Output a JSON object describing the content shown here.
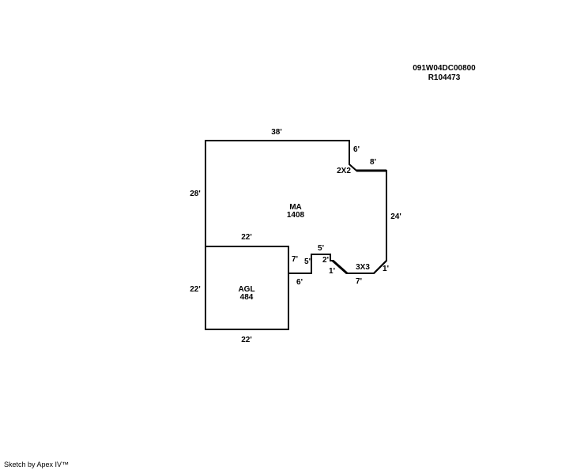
{
  "header": {
    "parcel_id": "091W04DC00800",
    "account": "R104473"
  },
  "areas": [
    {
      "code": "MA",
      "size": "1408"
    },
    {
      "code": "AGL",
      "size": "484"
    }
  ],
  "dimensions": {
    "ma_top": "38'",
    "ma_left": "28'",
    "ma_right_top_step": "6'",
    "notch_2x2": "2X2",
    "ma_top_right": "8'",
    "ma_right": "24'",
    "notch_3x3": "3X3",
    "ma_bottom_right_diag": "1'",
    "ma_bottom_seg": "7'",
    "ma_bottom_diag": "1'",
    "ma_step_2": "2'",
    "ma_step_top": "5'",
    "ma_step_5": "5'",
    "ma_step_7": "7'",
    "ma_step_6": "6'",
    "agl_top": "22'",
    "agl_left": "22'",
    "agl_bottom": "22'"
  },
  "footer": {
    "credit": "Sketch by Apex IV™"
  }
}
